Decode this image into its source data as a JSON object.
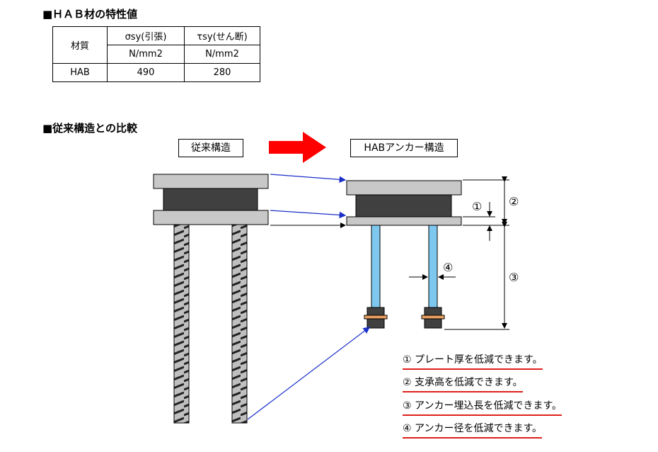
{
  "section1": {
    "title": "■ＨＡＢ材の特性値"
  },
  "table": {
    "material_header": "材質",
    "col1_header": "σsy(引張)",
    "col2_header": "τsy(せん断)",
    "unit1": "N/mm2",
    "unit2": "N/mm2",
    "row_label": "HAB",
    "val1": "490",
    "val2": "280"
  },
  "section2": {
    "title": "■従来構造との比較"
  },
  "labels": {
    "conventional": "従来構造",
    "hab_anchor": "HABアンカー構造"
  },
  "dims": {
    "d1": "①",
    "d2": "②",
    "d3": "③",
    "d4": "④"
  },
  "benefits": [
    "① プレート厚を低減できます。",
    "② 支承高を低減できます。",
    "③ アンカー埋込長を低減できます。",
    "④ アンカー径を低減できます。"
  ],
  "colors": {
    "plate": "#c8c8c8",
    "rubber": "#404040",
    "anchor_hab": "#7ec8f0",
    "washer": "#e8a060",
    "arrow_red": "#ff0000",
    "leader_blue": "#1b2fc8",
    "underline": "#e0201c"
  }
}
